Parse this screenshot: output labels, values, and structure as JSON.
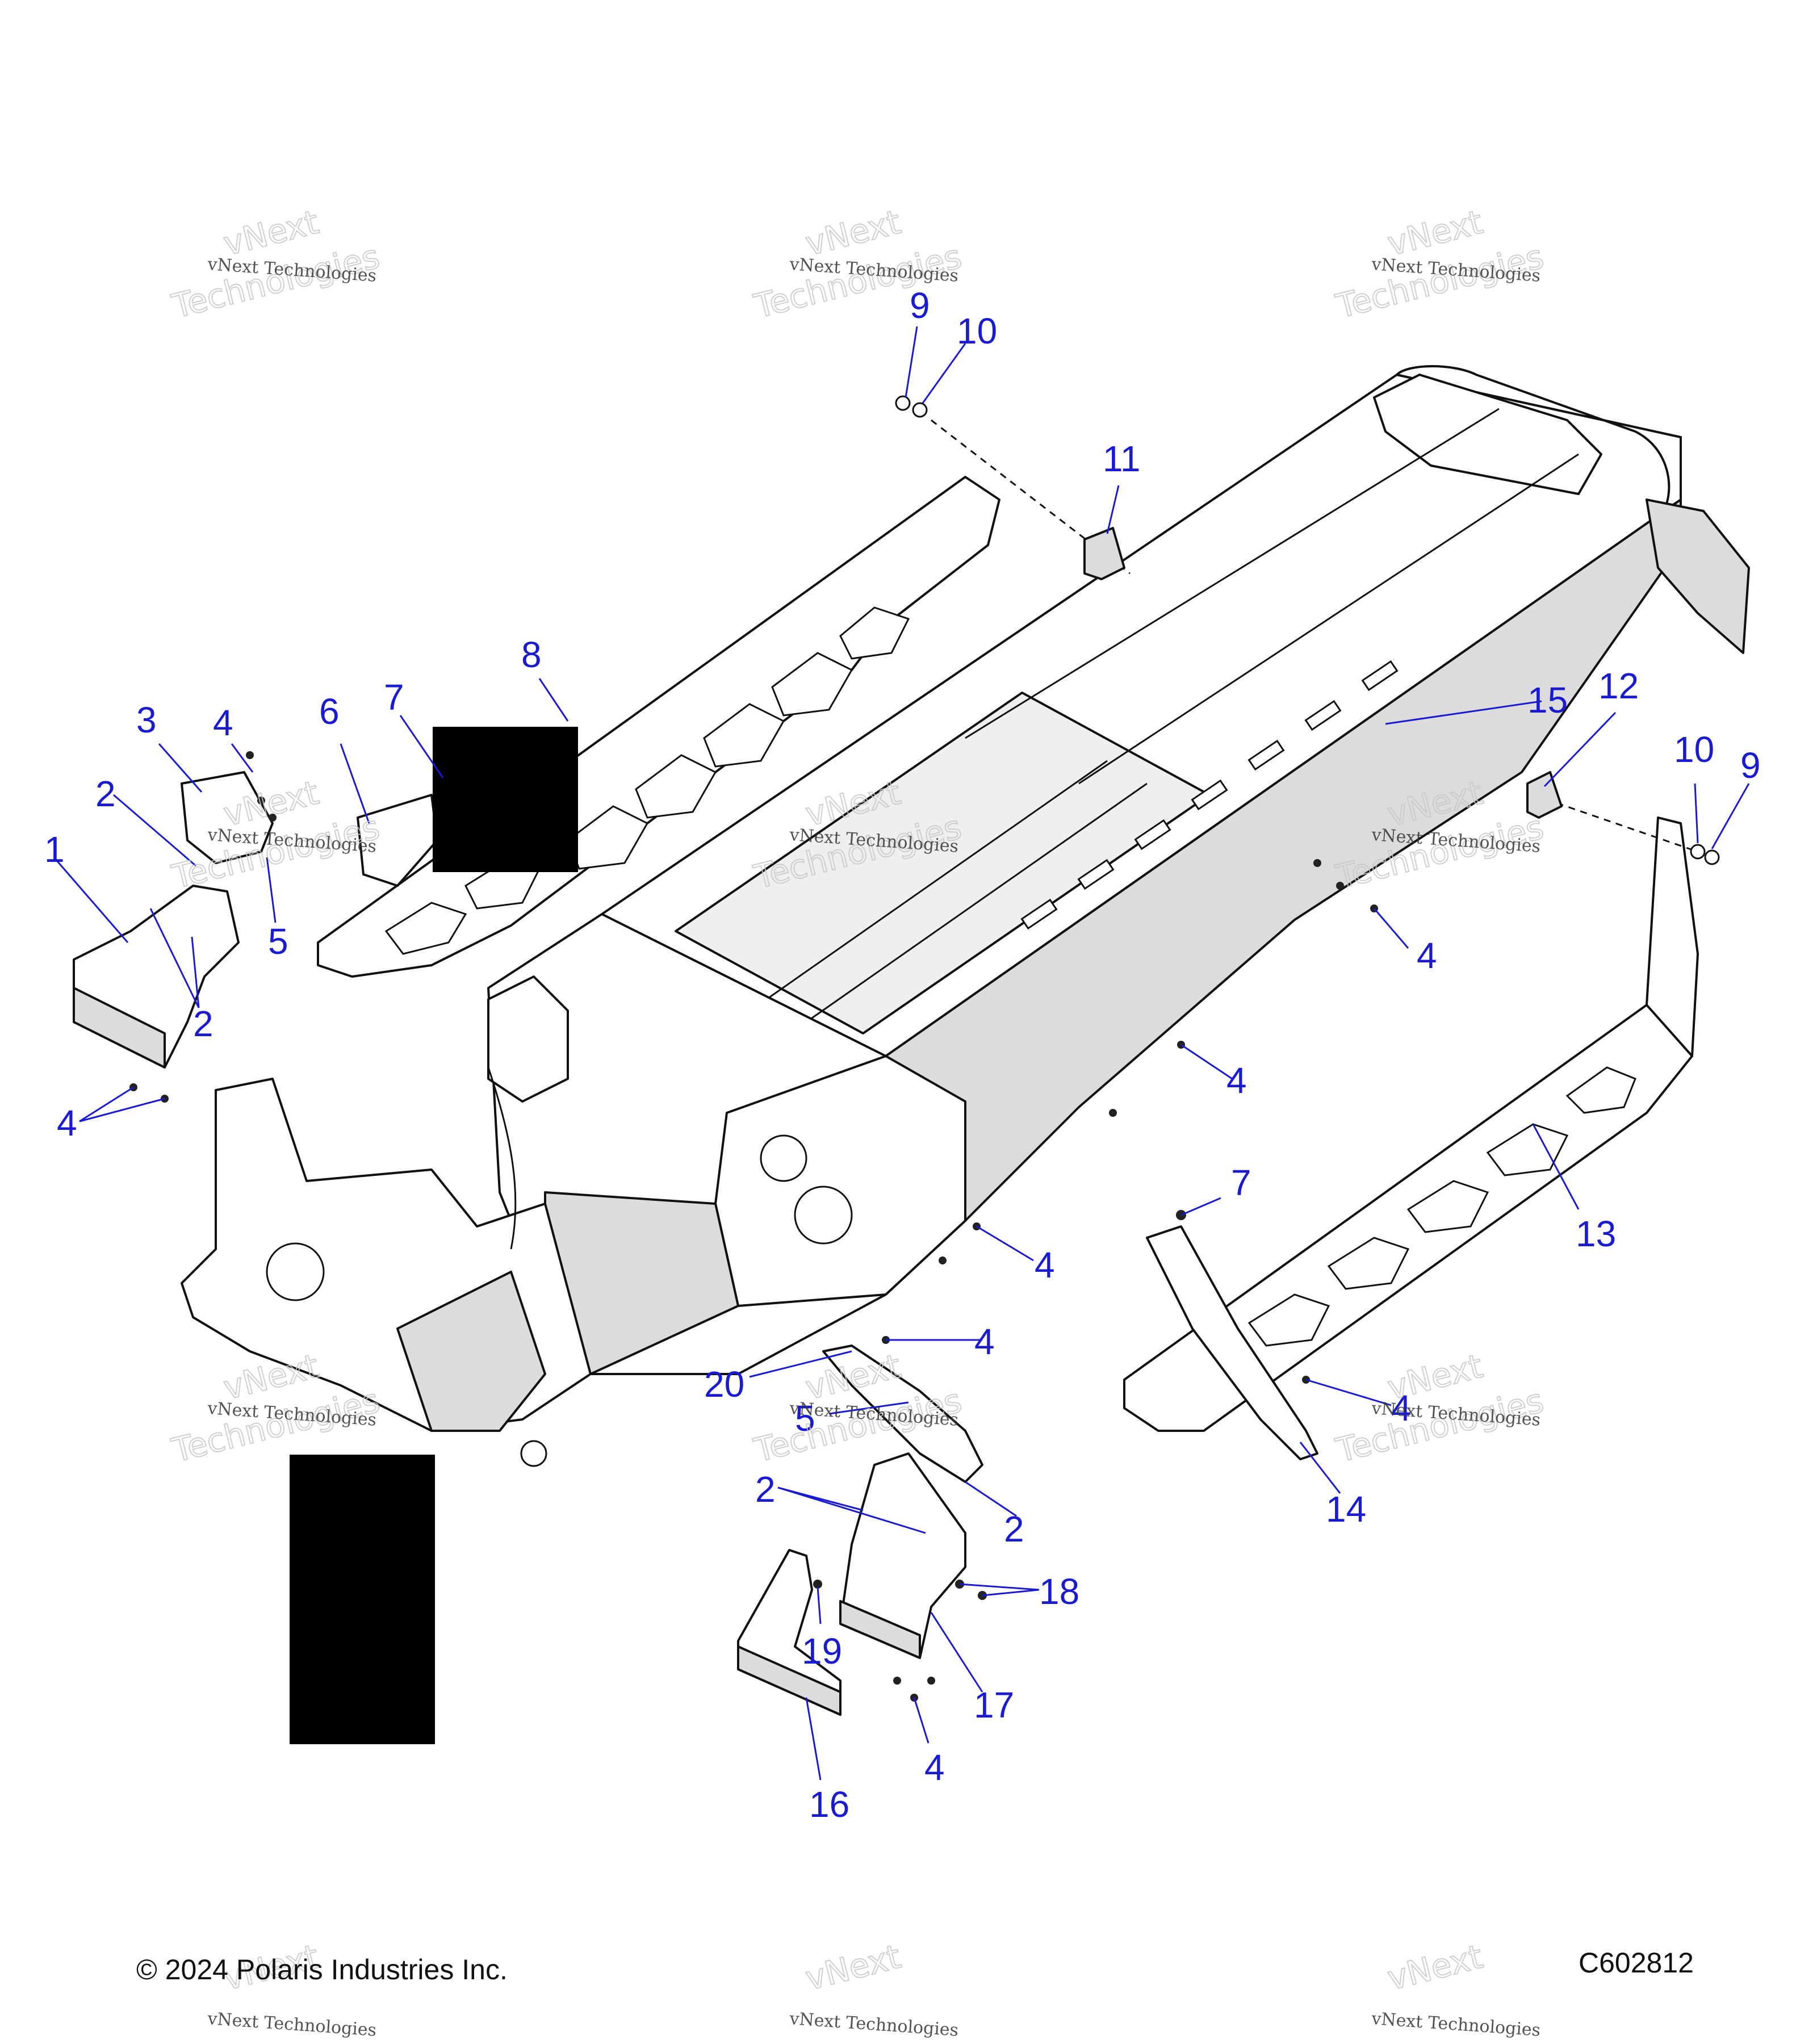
{
  "callouts": {
    "c1": "1",
    "c2a": "2",
    "c2b": "2",
    "c2c": "2",
    "c2d": "2",
    "c3": "3",
    "c4a": "4",
    "c4b": "4",
    "c4c": "4",
    "c4d": "4",
    "c4e": "4",
    "c4f": "4",
    "c4g": "4",
    "c4h": "4",
    "c5a": "5",
    "c5b": "5",
    "c6": "6",
    "c7a": "7",
    "c7b": "7",
    "c8": "8",
    "c9a": "9",
    "c9b": "9",
    "c10a": "10",
    "c10b": "10",
    "c11": "11",
    "c12": "12",
    "c13": "13",
    "c14": "14",
    "c15": "15",
    "c16": "16",
    "c17": "17",
    "c18": "18",
    "c19": "19",
    "c20": "20"
  },
  "watermark": {
    "line1": "vNext Technologies",
    "line2": "vNext",
    "line3": "Technologies"
  },
  "footer": {
    "copyright": "© 2024 Polaris Industries Inc.",
    "diagram_id": "C602812"
  },
  "colors": {
    "callout": "#1a1ad0",
    "line": "#111111",
    "shade": "#dcdcdc",
    "redaction": "#000000"
  }
}
